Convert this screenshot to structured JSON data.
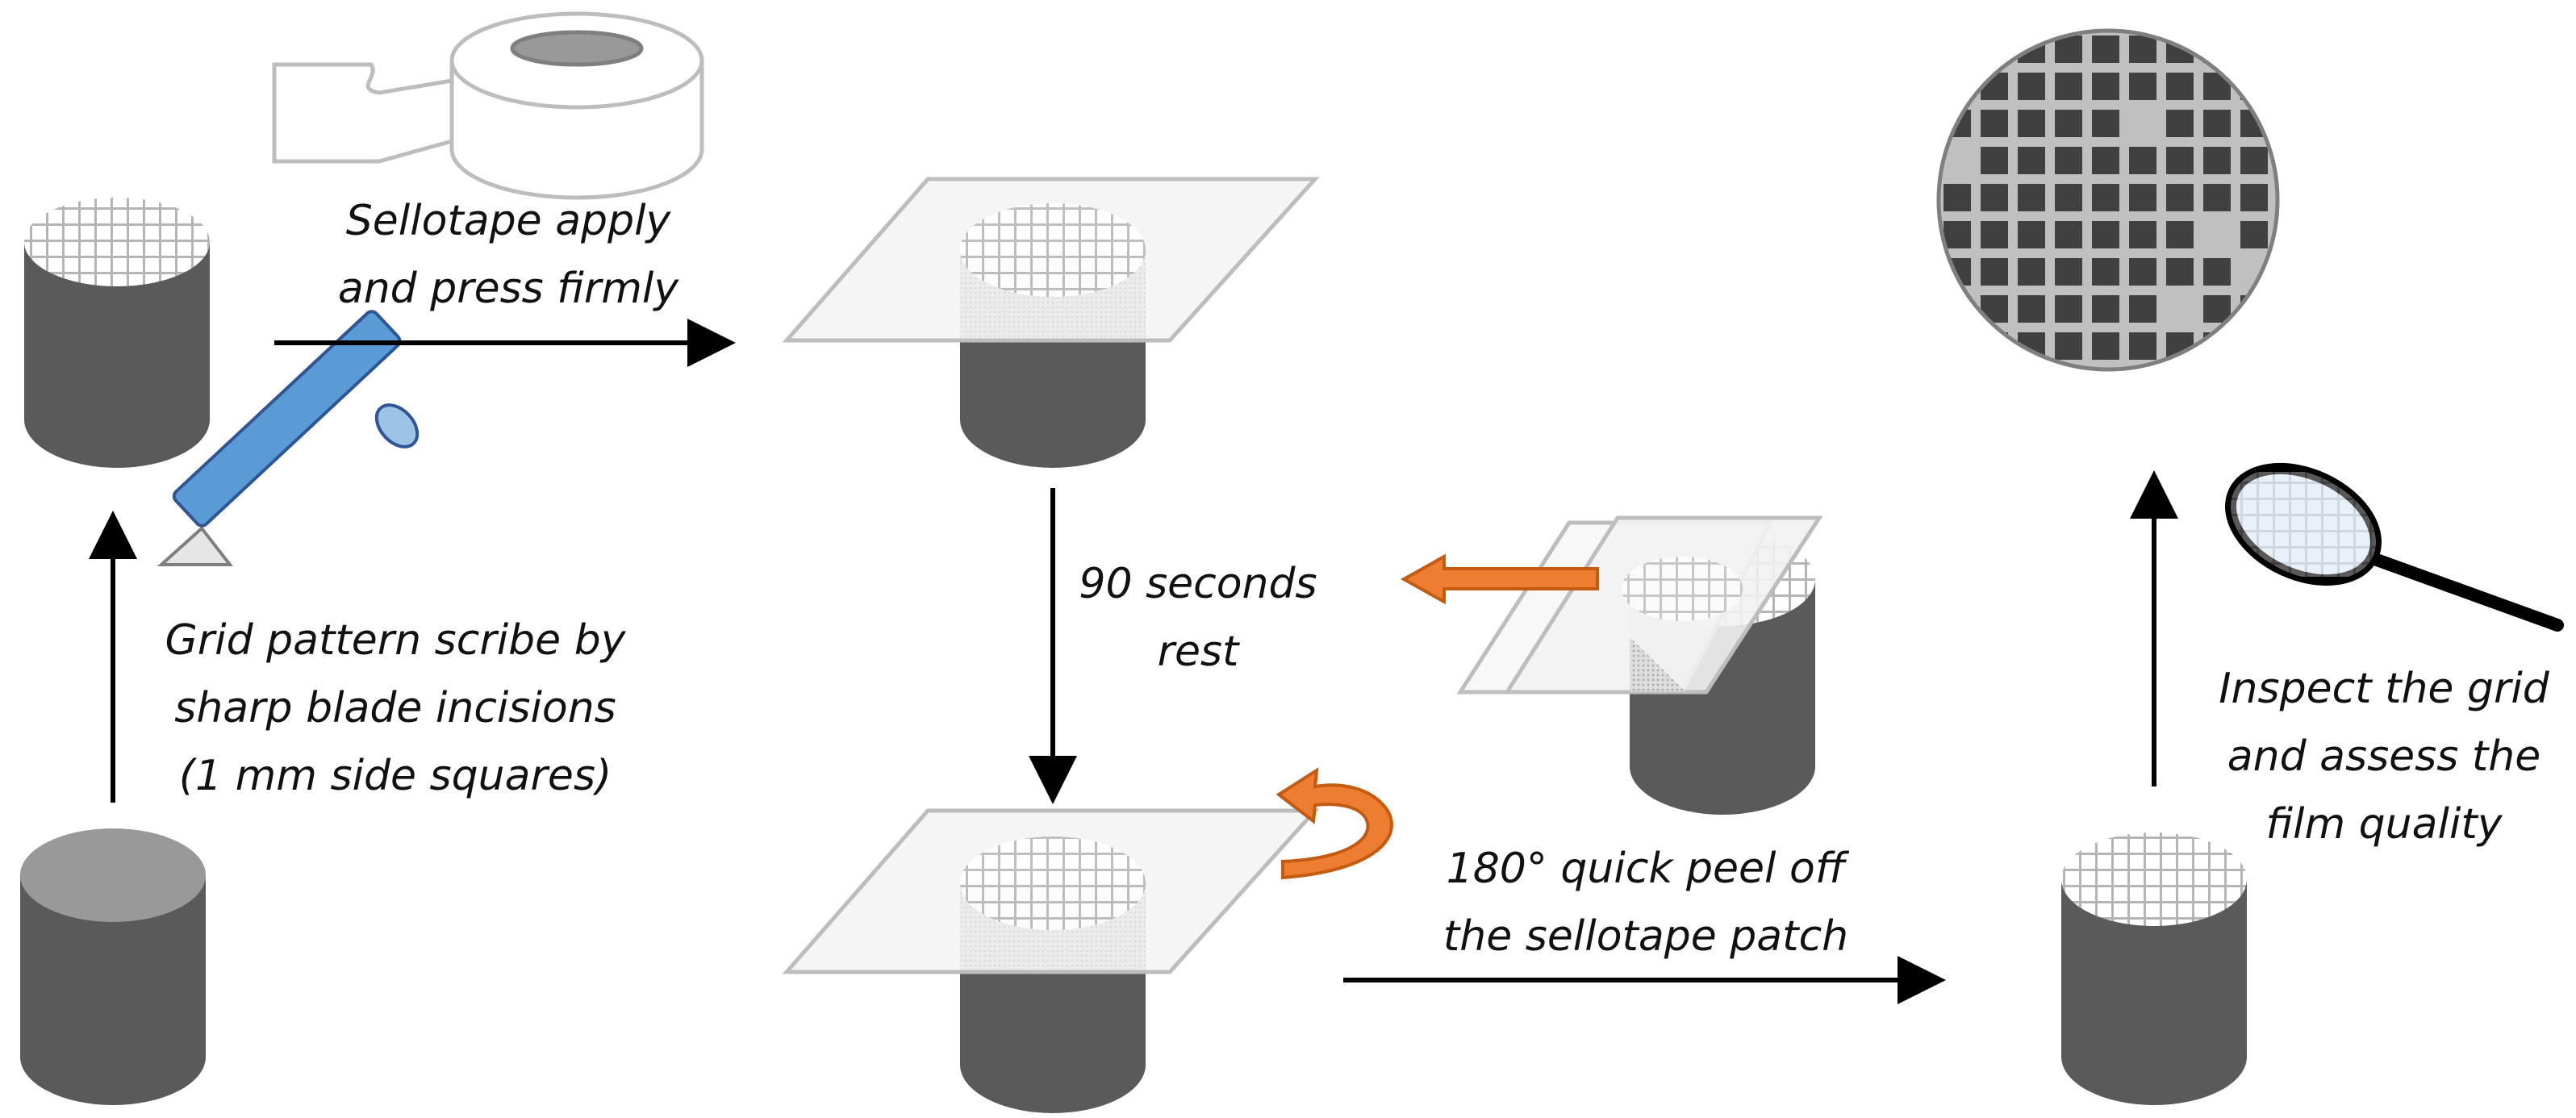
{
  "steps": {
    "scribe": {
      "lines": [
        "Grid pattern scribe by",
        "sharp blade incisions",
        "(1 mm side squares)"
      ]
    },
    "apply": {
      "lines": [
        "Sellotape apply",
        "and press firmly"
      ]
    },
    "rest": {
      "lines": [
        "90 seconds",
        "rest"
      ]
    },
    "peel": {
      "lines": [
        "180° quick peel off",
        "the sellotape patch"
      ]
    },
    "inspect": {
      "lines": [
        "Inspect the grid",
        "and assess the",
        "film quality"
      ]
    }
  },
  "colors": {
    "cylinder_body": "#5a5a5a",
    "cylinder_top_plain": "#999999",
    "tape_sheet": "#f2f2f2",
    "tape_outline": "#bdbdbd",
    "grid_bg": "#ffffff",
    "grid_line": "#bfbfbf",
    "blade_blue": "#5b9bd5",
    "blade_outline": "#2f5597",
    "peel_arrow": "#ed7d31",
    "peel_arrow_outline": "#c55a11",
    "magnifier_lens": "#dbe9f7",
    "inspect_dark": "#404040",
    "inspect_light": "#c0c0c0",
    "arrow": "#000000"
  },
  "icons": [
    "sellotape-roll-icon",
    "scalpel-blade-icon",
    "magnifying-glass-icon",
    "peel-arrow-icon"
  ]
}
